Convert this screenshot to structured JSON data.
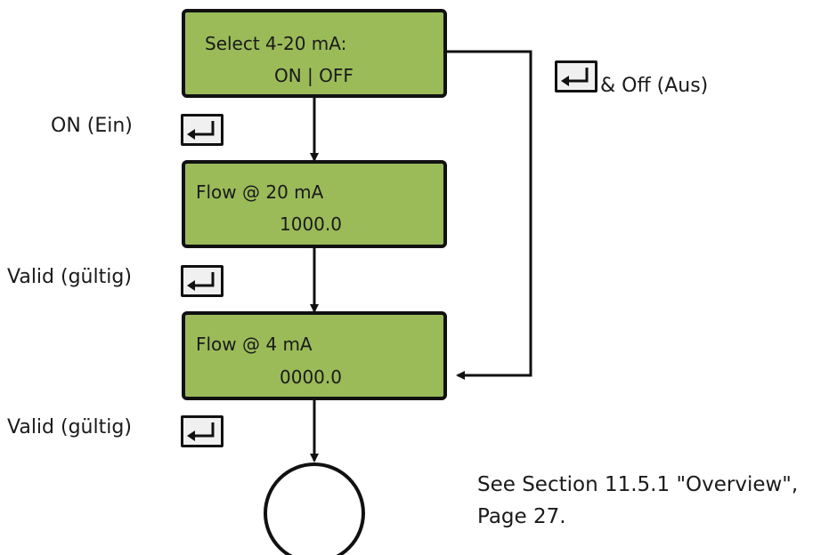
{
  "boxes": [
    {
      "line1": "Select 4-20 mA:",
      "line2": "ON | OFF"
    },
    {
      "line1": "Flow @ 20 mA",
      "line2": "1000.0"
    },
    {
      "line1": "Flow @ 4 mA",
      "line2": "0000.0"
    }
  ],
  "steps": [
    {
      "label": "ON (Ein)"
    },
    {
      "label": "Valid (gültig)"
    },
    {
      "label": "Valid (gültig)"
    }
  ],
  "bypass_label": "& Off (Aus)",
  "note": {
    "line1": "See Section 11.5.1 \"Overview\",",
    "line2": "Page 27."
  },
  "colors": {
    "display_green": "#9bbb59",
    "key_face": "#f0f0f0",
    "line": "#111111"
  },
  "icons": {
    "enter_key": "enter-key-icon",
    "end_node": "end-circle"
  }
}
